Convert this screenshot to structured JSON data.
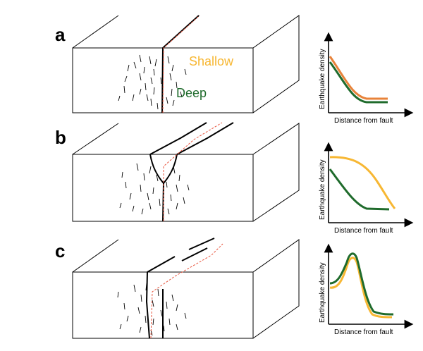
{
  "colors": {
    "shallow": "#f7b733",
    "deep": "#1f6b2c",
    "fault_trace": "#000000",
    "shallow_fault_dashed": "#e8563f"
  },
  "legend": {
    "shallow_label": "Shallow",
    "deep_label": "Deep"
  },
  "panels": [
    {
      "letter": "a",
      "graph": {
        "ylabel": "Earthquake density",
        "xlabel": "Distance from fault",
        "shape": "both-decay-from-fault, nearly overlapping"
      }
    },
    {
      "letter": "b",
      "graph": {
        "ylabel": "Earthquake density",
        "xlabel": "Distance from fault",
        "shape": "shallow broad plateau then decay; deep sharp decay"
      }
    },
    {
      "letter": "c",
      "graph": {
        "ylabel": "Earthquake density",
        "xlabel": "Distance from fault",
        "shape": "both peak near fault, nearly overlapping"
      }
    }
  ]
}
